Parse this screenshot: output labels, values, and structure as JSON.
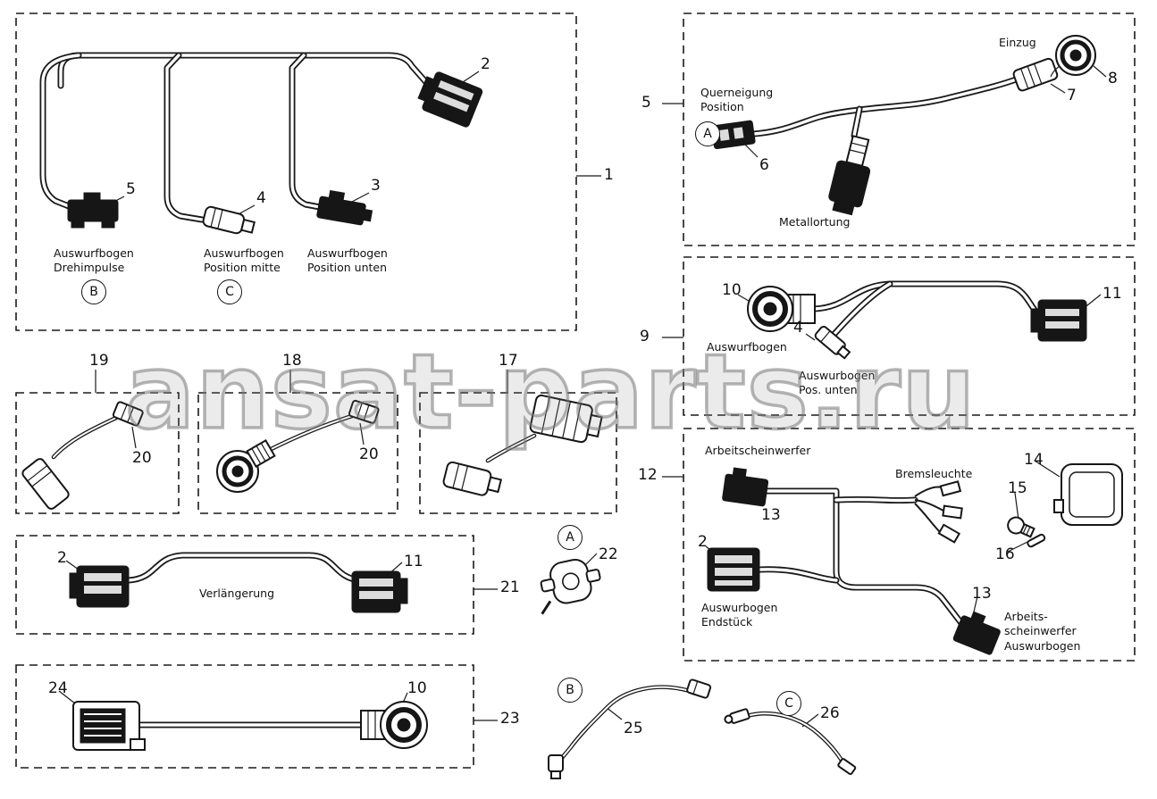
{
  "watermark": "ansat-parts.ru",
  "p1": {
    "box_callout": "1",
    "c2": "2",
    "c5": "5",
    "c4": "4",
    "c3": "3",
    "lbl_drehimpulse": "Auswurfbogen\nDrehimpulse",
    "lbl_mitte": "Auswurfbogen\nPosition mitte",
    "lbl_unten": "Auswurfbogen\nPosition unten",
    "circle_b": "B",
    "circle_c": "C"
  },
  "p5": {
    "box_callout": "5",
    "lbl_einzug": "Einzug",
    "c8": "8",
    "c7": "7",
    "c6": "6",
    "lbl_querneigung": "Querneigung\nPosition",
    "circle_a": "A",
    "lbl_metallortung": "Metallortung"
  },
  "p9": {
    "box_callout": "9",
    "c10": "10",
    "c4": "4",
    "c11": "11",
    "lbl_auswurfbogen": "Auswurfbogen",
    "lbl_pos_unten": "Auswurbogen\nPos. unten"
  },
  "p12": {
    "box_callout": "12",
    "lbl_arbeitscheinwerfer": "Arbeitscheinwerfer",
    "c13a": "13",
    "c13b": "13",
    "lbl_bremsleuchte": "Bremsleuchte",
    "c14": "14",
    "c15": "15",
    "c16": "16",
    "c2": "2",
    "lbl_endstueck": "Auswurbogen\nEndstück",
    "lbl_arbeitsscheinwerfer_unten": "Arbeits-\nscheinwerfer\nAuswurbogen"
  },
  "p19": {
    "box_callout": "19",
    "c20": "20"
  },
  "p18": {
    "box_callout": "18",
    "c20": "20"
  },
  "p17": {
    "box_callout": "17"
  },
  "p21": {
    "box_callout": "21",
    "c2": "2",
    "c11": "11",
    "lbl_verlaengerung": "Verlängerung"
  },
  "p22": {
    "circle_a": "A",
    "c22": "22"
  },
  "p23": {
    "box_callout": "23",
    "c24": "24",
    "c10": "10"
  },
  "p25": {
    "circle_b": "B",
    "c25": "25"
  },
  "p26": {
    "circle_c": "C",
    "c26": "26"
  }
}
